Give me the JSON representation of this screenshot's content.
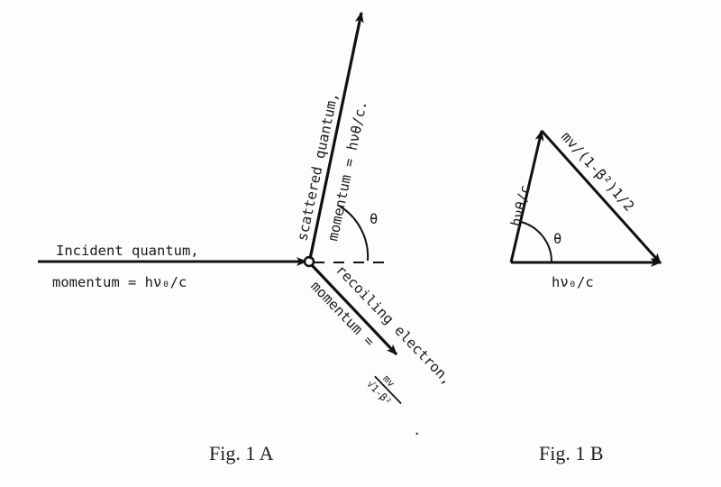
{
  "figure_a": {
    "incident": {
      "label_line1": "Incident quantum,",
      "label_line2": "momentum = hν₀/c"
    },
    "scattered": {
      "label_line1": "scattered quantum,",
      "label_line2": "momentum = hνθ/c."
    },
    "angle_label": "θ",
    "recoil": {
      "label_line1": "recoiling electron,",
      "label_line2": "momentum =",
      "fraction_num": "mv",
      "fraction_den": "√1-β²",
      "end_mark": "."
    },
    "caption": "Fig. 1 A"
  },
  "figure_b": {
    "left_side": "hνθ/c",
    "hypotenuse": "mv/(1-β²)1/2",
    "bottom": "hν₀/c",
    "angle_label": "θ",
    "caption": "Fig. 1 B"
  }
}
